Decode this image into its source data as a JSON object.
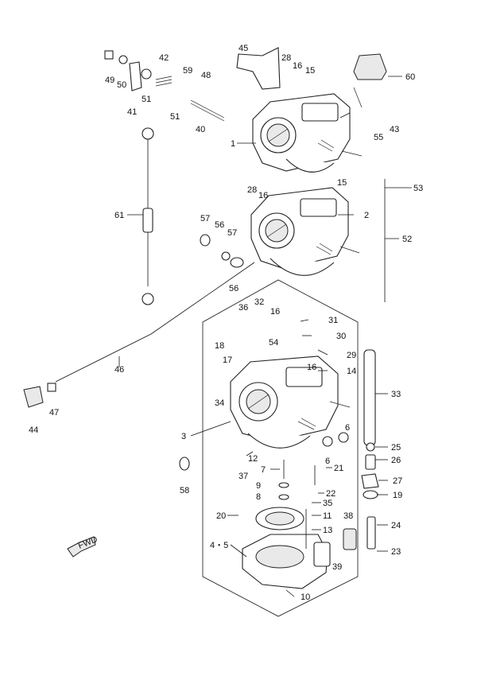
{
  "labels": {
    "p1": "1",
    "p2": "2",
    "p3": "3",
    "p45": "4・5",
    "p6a": "6",
    "p6b": "6",
    "p7": "7",
    "p8": "8",
    "p9": "9",
    "p10": "10",
    "p11": "11",
    "p12": "12",
    "p13": "13",
    "p14": "14",
    "p15a": "15",
    "p15b": "15",
    "p16a": "16",
    "p16b": "16",
    "p16c": "16",
    "p16d": "16",
    "p17": "17",
    "p18": "18",
    "p19": "19",
    "p20": "20",
    "p21": "21",
    "p22": "22",
    "p23": "23",
    "p24": "24",
    "p25": "25",
    "p26": "26",
    "p27": "27",
    "p28a": "28",
    "p28b": "28",
    "p29": "29",
    "p30": "30",
    "p31": "31",
    "p32": "32",
    "p33": "33",
    "p34": "34",
    "p35": "35",
    "p36": "36",
    "p37": "37",
    "p38": "38",
    "p39": "39",
    "p40": "40",
    "p41": "41",
    "p42": "42",
    "p43": "43",
    "p44": "44",
    "p45b": "45",
    "p46": "46",
    "p47": "47",
    "p48": "48",
    "p49": "49",
    "p50": "50",
    "p51a": "51",
    "p51b": "51",
    "p52": "52",
    "p53": "53",
    "p54": "54",
    "p55": "55",
    "p56a": "56",
    "p56b": "56",
    "p57a": "57",
    "p57b": "57",
    "p58": "58",
    "p59": "59",
    "p60": "60",
    "p61": "61"
  },
  "fwd_label": "FWD",
  "colors": {
    "line": "#111111",
    "part_fill": "#ffffff",
    "shade": "#e9e9e9"
  }
}
